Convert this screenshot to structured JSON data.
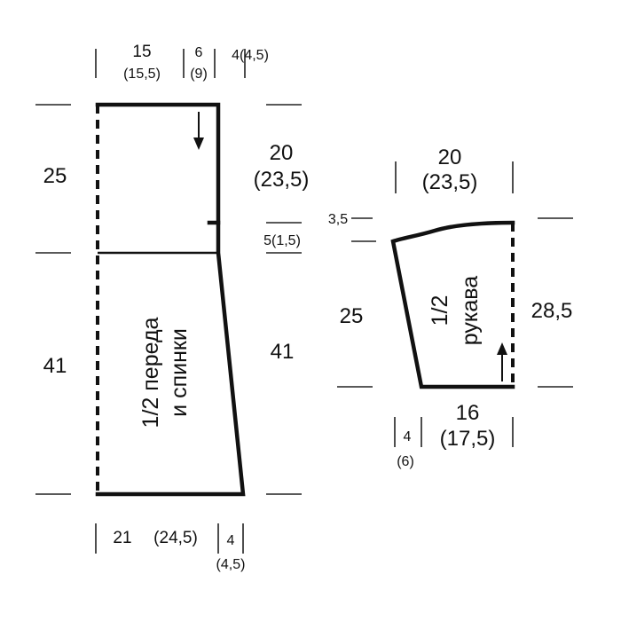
{
  "body_piece": {
    "label_line1": "1/2 переда",
    "label_line2": "и спинки",
    "top_width": "15",
    "top_width_alt": "(15,5)",
    "neck_width": "6",
    "neck_width_alt": "(9)",
    "shoulder_width": "4(4,5)",
    "upper_height_left": "25",
    "lower_height_left": "41",
    "armhole_height": "20",
    "armhole_height_alt": "(23,5)",
    "armhole_step": "5(1,5)",
    "lower_height_right": "41",
    "bottom_width": "21",
    "bottom_width_alt": "(24,5)",
    "bottom_flare": "4",
    "bottom_flare_alt": "(4,5)"
  },
  "sleeve_piece": {
    "label_line1": "1/2",
    "label_line2": "рукава",
    "top_width": "20",
    "top_width_alt": "(23,5)",
    "cap_height": "3,5",
    "left_height": "25",
    "right_height": "28,5",
    "bottom_width": "16",
    "bottom_width_alt": "(17,5)",
    "bottom_offset": "4",
    "bottom_offset_alt": "(6)"
  },
  "colors": {
    "ink": "#111111",
    "background": "#ffffff"
  },
  "icons": [
    "knit-direction-arrow-icon"
  ]
}
